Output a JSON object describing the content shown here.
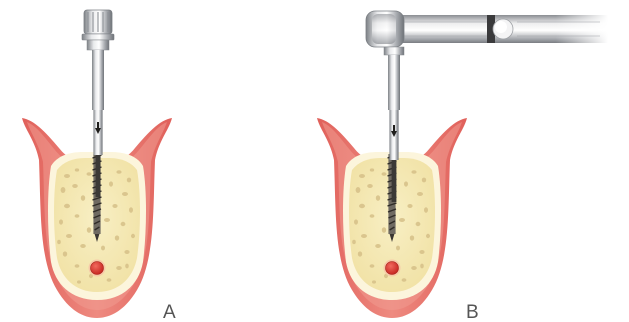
{
  "panels": [
    {
      "label": "A",
      "tool": "manual-hand-driver",
      "colors": {
        "gum": "#e8706a",
        "bone": "#f6ebb8",
        "nerve": "#d9302a"
      }
    },
    {
      "label": "B",
      "tool": "contra-angle-handpiece",
      "colors": {
        "gum": "#e8706a",
        "bone": "#f6ebb8",
        "nerve": "#d9302a"
      }
    }
  ],
  "colors": {
    "background": "#ffffff",
    "gingiva": "#e8706a",
    "gingiva_light": "#f2a9a0",
    "bone_cortical": "#fbf3d6",
    "bone_cancellous": "#f6ebb8",
    "marrow_spaces": "#d9c48a",
    "nerve_canal": "#d9302a",
    "metal": "#b9bcc0",
    "label_text": "#555555"
  }
}
